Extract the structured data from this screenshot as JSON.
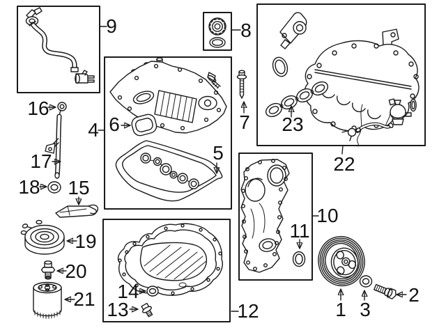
{
  "diagram": {
    "type": "exploded-parts-diagram",
    "colors": {
      "background": "#ffffff",
      "line": "#1a1a1a",
      "label_text": "#111111"
    },
    "callouts": [
      {
        "label": "1",
        "depicts": "crankshaft-pulley"
      },
      {
        "label": "2",
        "depicts": "pulley-bolt"
      },
      {
        "label": "3",
        "depicts": "pulley-washer"
      },
      {
        "label": "4",
        "depicts": "valve-cover-assembly"
      },
      {
        "label": "5",
        "depicts": "valve-cover-gasket"
      },
      {
        "label": "6",
        "depicts": "port-gasket"
      },
      {
        "label": "7",
        "depicts": "mounting-bolt"
      },
      {
        "label": "8",
        "depicts": "oil-filler-cap-and-seal"
      },
      {
        "label": "9",
        "depicts": "breather-hose"
      },
      {
        "label": "10",
        "depicts": "timing-cover"
      },
      {
        "label": "11",
        "depicts": "front-crankshaft-seal"
      },
      {
        "label": "12",
        "depicts": "oil-pan"
      },
      {
        "label": "13",
        "depicts": "drain-plug"
      },
      {
        "label": "14",
        "depicts": "drain-plug-gasket"
      },
      {
        "label": "15",
        "depicts": "heat-shield"
      },
      {
        "label": "16",
        "depicts": "dipstick"
      },
      {
        "label": "17",
        "depicts": "dipstick-tube"
      },
      {
        "label": "18",
        "depicts": "dipstick-tube-o-ring"
      },
      {
        "label": "19",
        "depicts": "engine-oil-cooler"
      },
      {
        "label": "20",
        "depicts": "oil-filter-adapter-fitting"
      },
      {
        "label": "21",
        "depicts": "oil-filter"
      },
      {
        "label": "22",
        "depicts": "intake-manifold"
      },
      {
        "label": "23",
        "depicts": "intake-manifold-gasket"
      }
    ]
  }
}
